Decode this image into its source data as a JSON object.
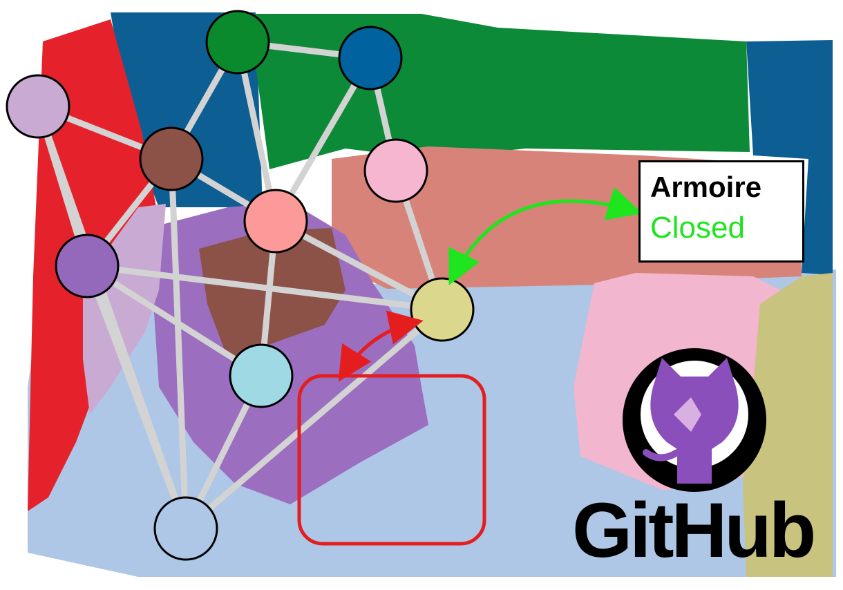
{
  "annotation": {
    "object_label": "Armoire",
    "state_label": "Closed",
    "state_color": "#1ee51e"
  },
  "logo": {
    "wordmark": "GitHub",
    "icon": "github-octocat-icon"
  },
  "colors": {
    "graph_edge": "#d3d3d3",
    "object_link_arrow": "#1ee51e",
    "relation_arrow": "#e41e1e",
    "highlight_box": "#e41e1e"
  },
  "graph": {
    "nodes": [
      {
        "id": "n-green",
        "color": "#0b8a2d"
      },
      {
        "id": "n-blue",
        "color": "#00629e"
      },
      {
        "id": "n-lilac",
        "color": "#c8aad3"
      },
      {
        "id": "n-brown",
        "color": "#8c5248"
      },
      {
        "id": "n-pink",
        "color": "#f7b6d0"
      },
      {
        "id": "n-salmon",
        "color": "#fb9a98"
      },
      {
        "id": "n-purple",
        "color": "#9468bb"
      },
      {
        "id": "n-olive",
        "color": "#dbd88e"
      },
      {
        "id": "n-cyan",
        "color": "#9fdae4"
      },
      {
        "id": "n-lightblue",
        "color": "#afc7e7"
      }
    ],
    "edges": [
      [
        "n-green",
        "n-blue"
      ],
      [
        "n-green",
        "n-brown"
      ],
      [
        "n-green",
        "n-salmon"
      ],
      [
        "n-blue",
        "n-pink"
      ],
      [
        "n-blue",
        "n-salmon"
      ],
      [
        "n-lilac",
        "n-brown"
      ],
      [
        "n-lilac",
        "n-purple"
      ],
      [
        "n-lilac",
        "n-lightblue"
      ],
      [
        "n-brown",
        "n-salmon"
      ],
      [
        "n-brown",
        "n-purple"
      ],
      [
        "n-brown",
        "n-lightblue"
      ],
      [
        "n-pink",
        "n-olive"
      ],
      [
        "n-salmon",
        "n-olive"
      ],
      [
        "n-salmon",
        "n-cyan"
      ],
      [
        "n-purple",
        "n-olive"
      ],
      [
        "n-purple",
        "n-cyan"
      ],
      [
        "n-purple",
        "n-lightblue"
      ],
      [
        "n-olive",
        "n-lightblue"
      ],
      [
        "n-cyan",
        "n-lightblue"
      ]
    ]
  }
}
